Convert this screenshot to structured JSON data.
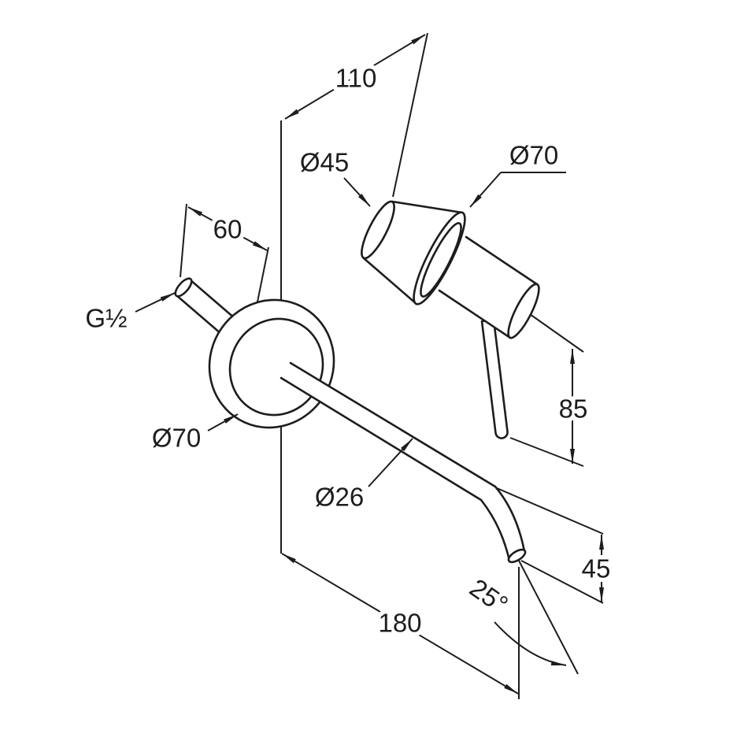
{
  "drawing": {
    "background_color": "#ffffff",
    "line_color": "#1d1d1b",
    "labels": {
      "dim_width_top": "110",
      "dia_sleeve": "Ø45",
      "dia_rosette_handle": "Ø70",
      "dim_stub": "60",
      "thread_size": "G½",
      "dia_rosette_spout": "Ø70",
      "dia_spout": "Ø26",
      "dim_handle_drop": "85",
      "dim_outlet_drop": "45",
      "dim_spout_length": "180",
      "angle_spout": "25°"
    }
  }
}
